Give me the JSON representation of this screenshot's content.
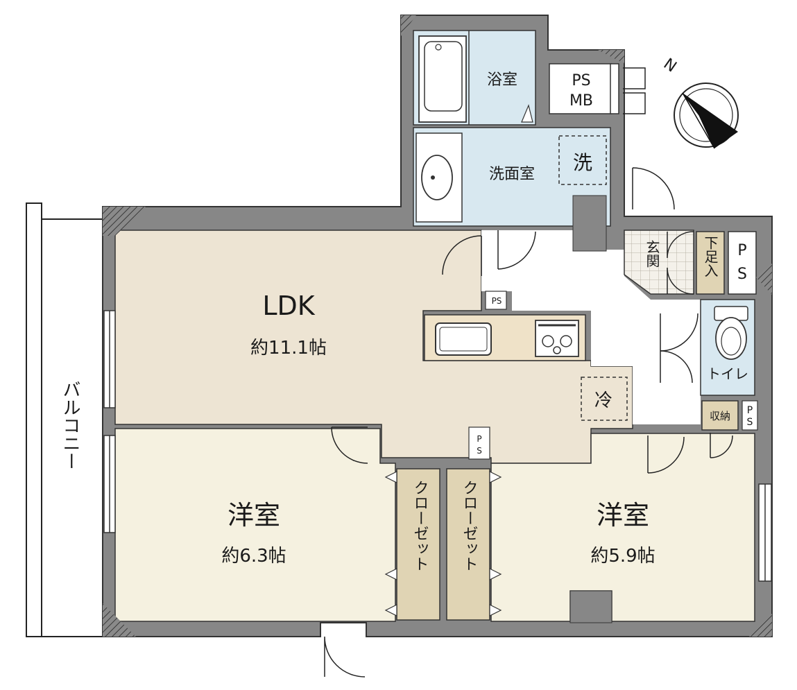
{
  "rooms": {
    "ldk": {
      "name": "LDK",
      "area": "約11.1帖"
    },
    "western_left": {
      "name": "洋室",
      "area": "約6.3帖"
    },
    "western_right": {
      "name": "洋室",
      "area": "約5.9帖"
    },
    "bath": {
      "name": "浴室"
    },
    "washroom": {
      "name": "洗面室"
    },
    "washer": {
      "name": "洗"
    },
    "fridge": {
      "name": "冷"
    },
    "entrance": {
      "name": "玄関"
    },
    "shoe_box": {
      "name": "下足入"
    },
    "toilet": {
      "name": "トイレ"
    },
    "storage": {
      "name": "収納"
    },
    "closet_left": {
      "name": "クローゼット"
    },
    "closet_right": {
      "name": "クローゼット"
    },
    "balcony": {
      "name": "バルコニー"
    }
  },
  "shafts": {
    "ps_mb": {
      "line1": "PS",
      "line2": "MB"
    },
    "ps_entrance": {
      "line1": "P",
      "line2": "S"
    },
    "ps_toilet": {
      "line1": "P",
      "line2": "S"
    },
    "ps_kitchen": "PS",
    "ps_closet": {
      "line1": "P",
      "line2": "S"
    }
  },
  "compass": {
    "north_label": "N"
  },
  "colors": {
    "wall": "#878787",
    "ldk_floor": "#ede4d3",
    "bedroom_floor": "#f5f1e0",
    "wet_floor": "#d8e8f0",
    "closet_floor": "#e0d4b4",
    "counter": "#efe2c8",
    "line": "#1a1a1a"
  }
}
